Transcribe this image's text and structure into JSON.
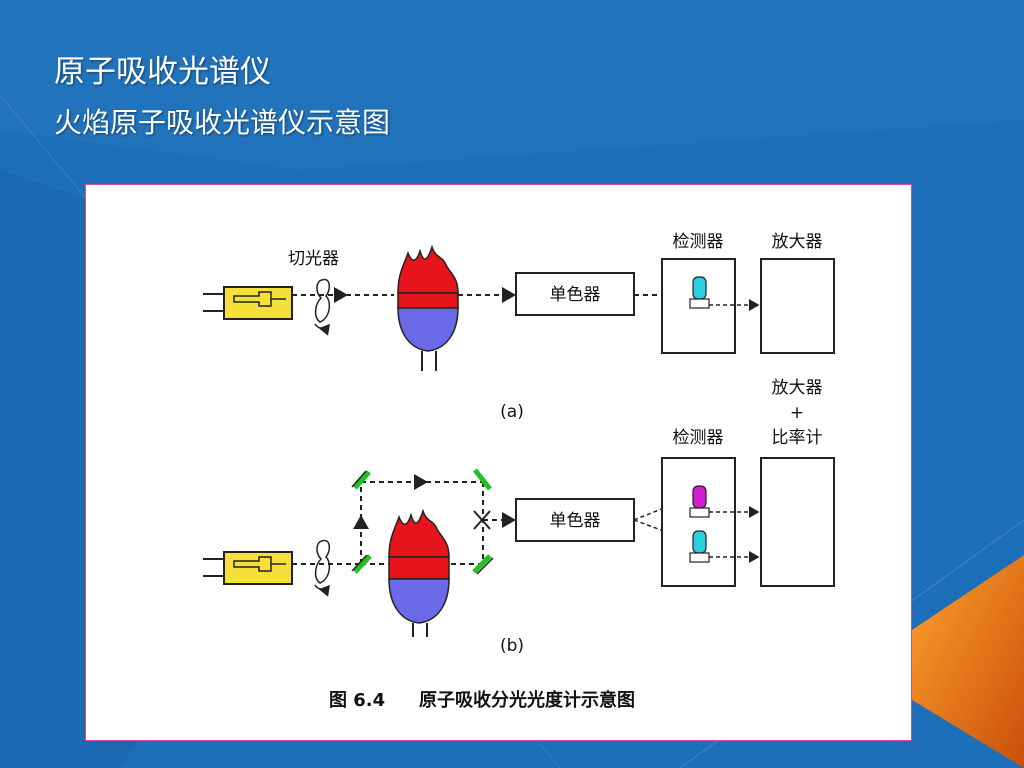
{
  "slide": {
    "title": "原子吸收光谱仪",
    "subtitle": "火焰原子吸收光谱仪示意图"
  },
  "figure": {
    "diagram_a": {
      "chopper_label": "切光器",
      "monochromator_label": "单色器",
      "detector_label": "检测器",
      "amplifier_label": "放大器",
      "panel_label": "(a)"
    },
    "diagram_b": {
      "monochromator_label": "单色器",
      "detector_label": "检测器",
      "amplifier_line1": "放大器",
      "amplifier_line2": "+",
      "amplifier_line3": "比率计",
      "panel_label": "(b)"
    },
    "caption_number": "图 6.4",
    "caption_text": "原子吸收分光光度计示意图"
  },
  "colors": {
    "background": "#1c6fb8",
    "lamp": "#f5e03a",
    "flame_top": "#e8141c",
    "flame_bottom": "#6a6ae8",
    "detector_cyan": "#2ad0e0",
    "detector_magenta": "#d020d0",
    "mirror_green": "#1fc21f",
    "accent_orange": "#f08018"
  }
}
